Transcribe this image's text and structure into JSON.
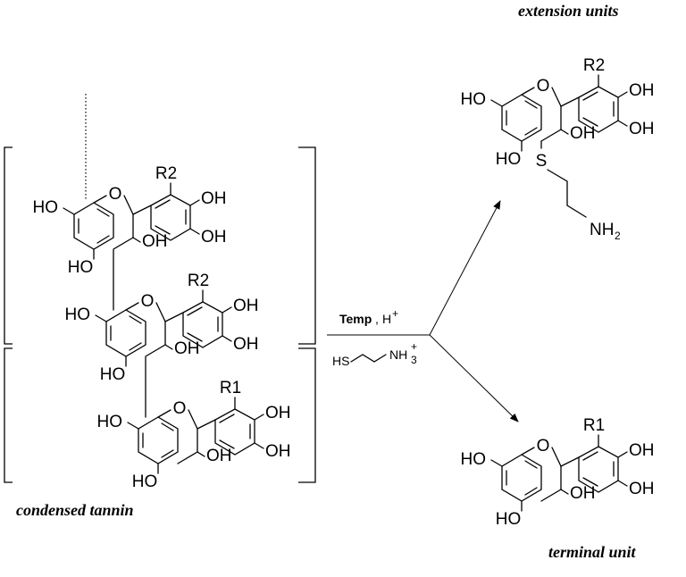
{
  "captions": {
    "condensed_tannin": "condensed tannin",
    "extension_units": "extension units",
    "terminal_unit": "terminal unit"
  },
  "conditions": {
    "temp": "Temp",
    "acid": "H",
    "acid_charge": "+",
    "reagent_thiol": "HS",
    "reagent_amine": "NH",
    "amine_subscript": "3",
    "amine_charge": "+"
  },
  "atoms": {
    "ho": "HO",
    "oh": "OH",
    "o": "O",
    "r1": "R1",
    "r2": "R2",
    "s": "S",
    "nh": "NH",
    "nh_subscript": "2"
  }
}
